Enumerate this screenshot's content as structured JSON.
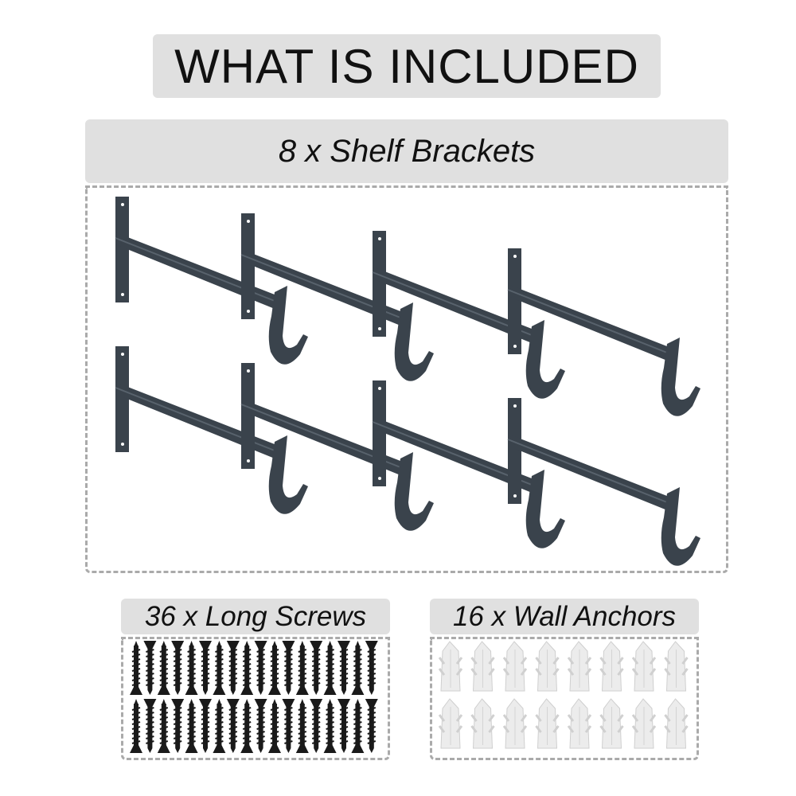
{
  "title": "WHAT IS INCLUDED",
  "sections": {
    "brackets": {
      "label": "8 x Shelf Brackets",
      "count": 8
    },
    "screws": {
      "label": "36 x Long Screws",
      "count": 36
    },
    "anchors": {
      "label": "16 x Wall Anchors",
      "count": 16
    }
  },
  "colors": {
    "bracket": "#3a434c",
    "screw": "#1a1a1a",
    "anchor": "#ececec",
    "header_bg": "#e0e0e0"
  }
}
